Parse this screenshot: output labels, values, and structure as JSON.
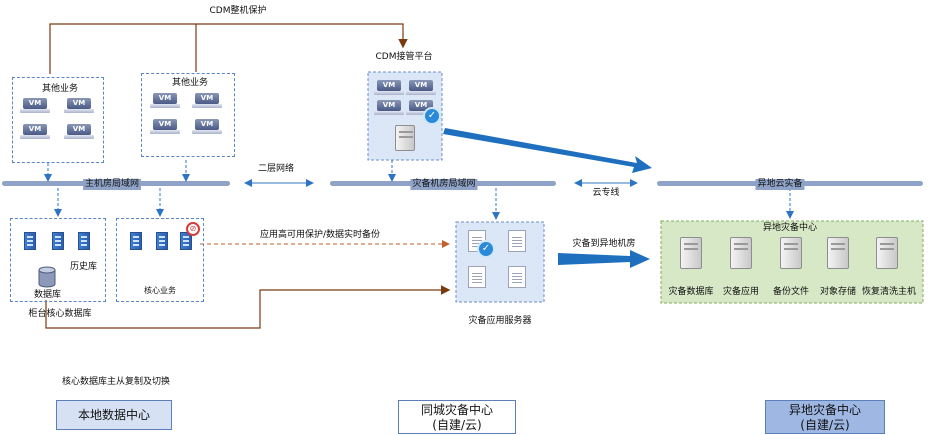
{
  "top_label": "CDM整机保护",
  "cdm_platform": "CDM接管平台",
  "other_biz_1": "其他业务",
  "other_biz_2": "其他业务",
  "vm_label": "VM",
  "net_main": "主机房局域网",
  "net_l2": "二层网络",
  "net_dr": "灾备机房局域网",
  "net_cloud_line": "云专线",
  "net_remote": "异地云实备",
  "history_db": "历史库",
  "database": "数据库",
  "core_db_caption": "柜台核心数据库",
  "core_biz": "核心业务",
  "ha_label": "应用高可用保护/数据实时备份",
  "dr_to_remote": "灾备到异地机房",
  "remote_center": "异地灾备中心",
  "remote_items": [
    "灾备数据库",
    "灾备应用",
    "备份文件",
    "对象存储",
    "恢复清洗主机"
  ],
  "dr_app_server": "灾备应用服务器",
  "core_repl": "核心数据库主从复制及切换",
  "dc_local": "本地数据中心",
  "dc_city_line1": "同城灾备中心",
  "dc_city_line2": "(自建/云)",
  "dc_remote_line1": "异地灾备中心",
  "dc_remote_line2": "(自建/云)",
  "colors": {
    "network_bar": "#8fa3c8",
    "dark_arrow": "#1f6fbf",
    "connector": "#7a3a10",
    "dashed_blue": "#2e74c4",
    "ha_arrow": "#c0622c",
    "dr_fill": "#dbe6f7",
    "remote_fill": "#d7e8c6",
    "dc_local_fill": "#d6e2f3",
    "dc_remote_fill": "#9fb8e3"
  }
}
